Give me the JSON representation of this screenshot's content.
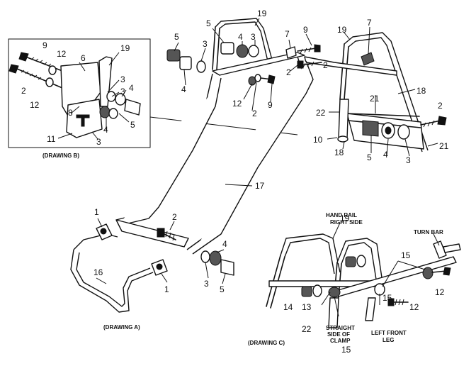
{
  "callouts": [
    {
      "id": "c-19-top",
      "text": "19"
    },
    {
      "id": "c-5-top",
      "text": "5"
    },
    {
      "id": "c-4-top",
      "text": "4"
    },
    {
      "id": "c-3-top",
      "text": "3"
    },
    {
      "id": "c-7-top",
      "text": "7"
    },
    {
      "id": "c-9-top",
      "text": "9"
    },
    {
      "id": "c-19-right",
      "text": "19"
    },
    {
      "id": "c-7-right",
      "text": "7"
    },
    {
      "id": "c-5-mid",
      "text": "5"
    },
    {
      "id": "c-4-mid",
      "text": "4"
    },
    {
      "id": "c-3-mid",
      "text": "3"
    },
    {
      "id": "c-2-mid",
      "text": "2"
    },
    {
      "id": "c-2-right-top",
      "text": "2"
    },
    {
      "id": "c-18-right",
      "text": "18"
    },
    {
      "id": "c-12-mid",
      "text": "12"
    },
    {
      "id": "c-2-mid-low",
      "text": "2"
    },
    {
      "id": "c-9-mid",
      "text": "9"
    },
    {
      "id": "c-21-top",
      "text": "21"
    },
    {
      "id": "c-22-right",
      "text": "22"
    },
    {
      "id": "c-2-far-right",
      "text": "2"
    },
    {
      "id": "c-10",
      "text": "10"
    },
    {
      "id": "c-18-low",
      "text": "18"
    },
    {
      "id": "c-5-right",
      "text": "5"
    },
    {
      "id": "c-4-right",
      "text": "4"
    },
    {
      "id": "c-3-right",
      "text": "3"
    },
    {
      "id": "c-21-low",
      "text": "21"
    },
    {
      "id": "c-17",
      "text": "17"
    },
    {
      "id": "c-9-b",
      "text": "9"
    },
    {
      "id": "c-12-b-top",
      "text": "12"
    },
    {
      "id": "c-6-b",
      "text": "6"
    },
    {
      "id": "c-19-b",
      "text": "19"
    },
    {
      "id": "c-2-b",
      "text": "2"
    },
    {
      "id": "c-12-b-left",
      "text": "12"
    },
    {
      "id": "c-3-b-top",
      "text": "3"
    },
    {
      "id": "c-3-b-mid",
      "text": "3"
    },
    {
      "id": "c-4-b-top",
      "text": "4"
    },
    {
      "id": "c-8-b",
      "text": "8"
    },
    {
      "id": "c-4-b-low",
      "text": "4"
    },
    {
      "id": "c-5-b",
      "text": "5"
    },
    {
      "id": "c-11-b",
      "text": "11"
    },
    {
      "id": "c-3-b-low",
      "text": "3"
    },
    {
      "id": "c-1-a-top",
      "text": "1"
    },
    {
      "id": "c-1-a-low",
      "text": "1"
    },
    {
      "id": "c-16",
      "text": "16"
    },
    {
      "id": "c-2-a",
      "text": "2"
    },
    {
      "id": "c-4-a",
      "text": "4"
    },
    {
      "id": "c-3-a",
      "text": "3"
    },
    {
      "id": "c-5-a",
      "text": "5"
    },
    {
      "id": "c-19-c",
      "text": "19"
    },
    {
      "id": "c-15-c-top",
      "text": "15"
    },
    {
      "id": "c-12-c-top",
      "text": "12"
    },
    {
      "id": "c-14-c",
      "text": "14"
    },
    {
      "id": "c-13-c",
      "text": "13"
    },
    {
      "id": "c-15-c-mid",
      "text": "15"
    },
    {
      "id": "c-12-c-low",
      "text": "12"
    },
    {
      "id": "c-22-c",
      "text": "22"
    },
    {
      "id": "c-15-c-low",
      "text": "15"
    }
  ],
  "captions": {
    "drawing_a": "(DRAWING A)",
    "drawing_b": "(DRAWING B)",
    "drawing_c": "(DRAWING C)",
    "hand_rail_1": "HAND RAIL",
    "hand_rail_2": "RIGHT SIDE",
    "turn_bar": "TURN BAR",
    "straight_1": "STRAIGHT",
    "straight_2": "SIDE OF",
    "straight_3": "CLAMP",
    "left_front_1": "LEFT FRONT",
    "left_front_2": "LEG"
  }
}
